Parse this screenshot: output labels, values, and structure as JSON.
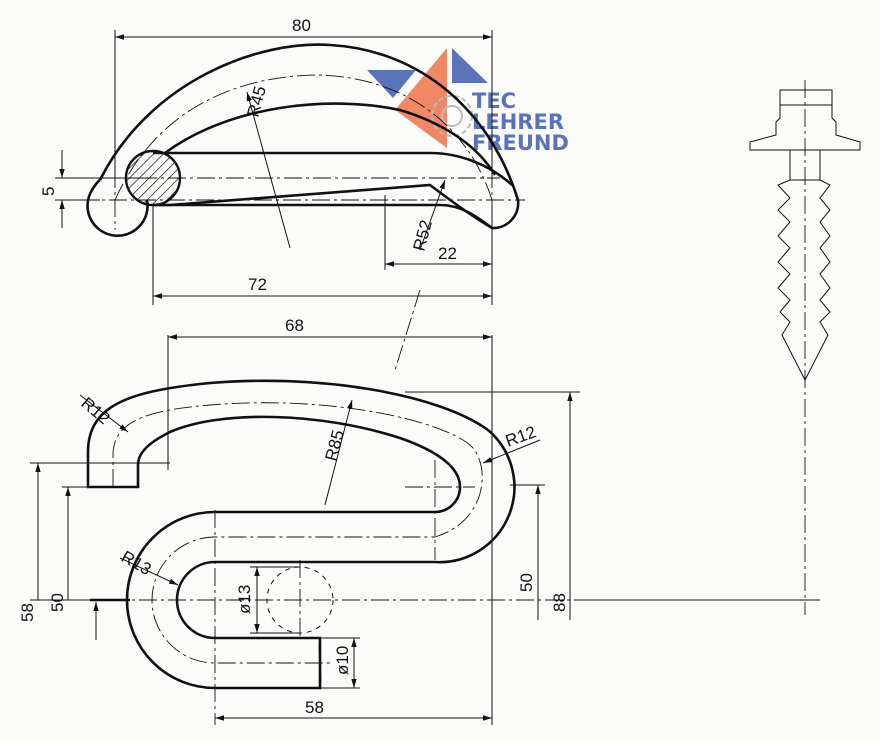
{
  "logo": {
    "lines": [
      "TEC",
      "LEHRER",
      "FREUND"
    ],
    "colors": {
      "blue": "#5a72b8",
      "orange": "#ee7b55"
    }
  },
  "dimensions": {
    "top_width": "80",
    "top_radius_outer": "R45",
    "top_thickness": "5",
    "top_radius_inner": "R52",
    "top_end": "22",
    "top_length": "72",
    "hook_width": "68",
    "hook_r_left": "R12",
    "hook_r_large": "R85",
    "hook_r_right": "R12",
    "hook_r_lower": "R13",
    "hole_dia": "ø13",
    "bar_dia": "ø10",
    "height_left_58": "58",
    "height_left_50": "50",
    "height_right_50": "50",
    "height_right_88": "88",
    "bottom_width": "58"
  }
}
